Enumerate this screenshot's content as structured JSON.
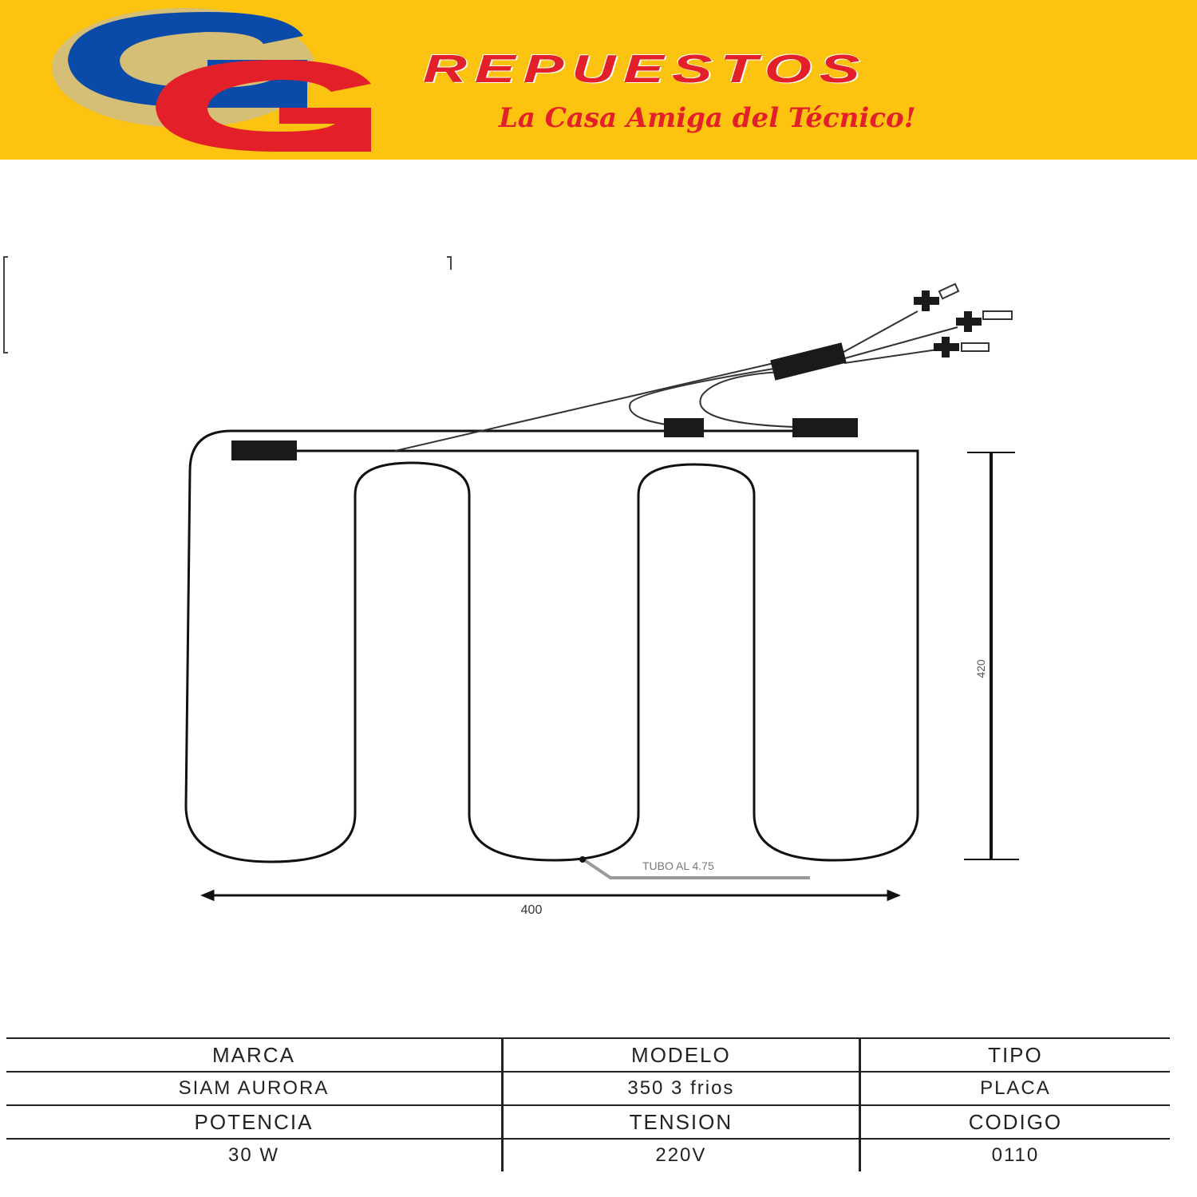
{
  "header": {
    "logo_letters": "GG",
    "brand": "REPUESTOS",
    "tagline": "La Casa Amiga del Técnico!",
    "colors": {
      "background": "#fcc410",
      "red": "#e3202a",
      "blue": "#0a4aa8"
    }
  },
  "diagram": {
    "tube_label": "TUBO AL 4.75",
    "width_label": "400",
    "height_label": "420"
  },
  "spec": {
    "rows": [
      [
        "MARCA",
        "MODELO",
        "TIPO"
      ],
      [
        "SIAM AURORA",
        "350 3 frios",
        "PLACA"
      ],
      [
        "POTENCIA",
        "TENSION",
        "CODIGO"
      ],
      [
        "30 W",
        "220V",
        "0110"
      ]
    ]
  }
}
